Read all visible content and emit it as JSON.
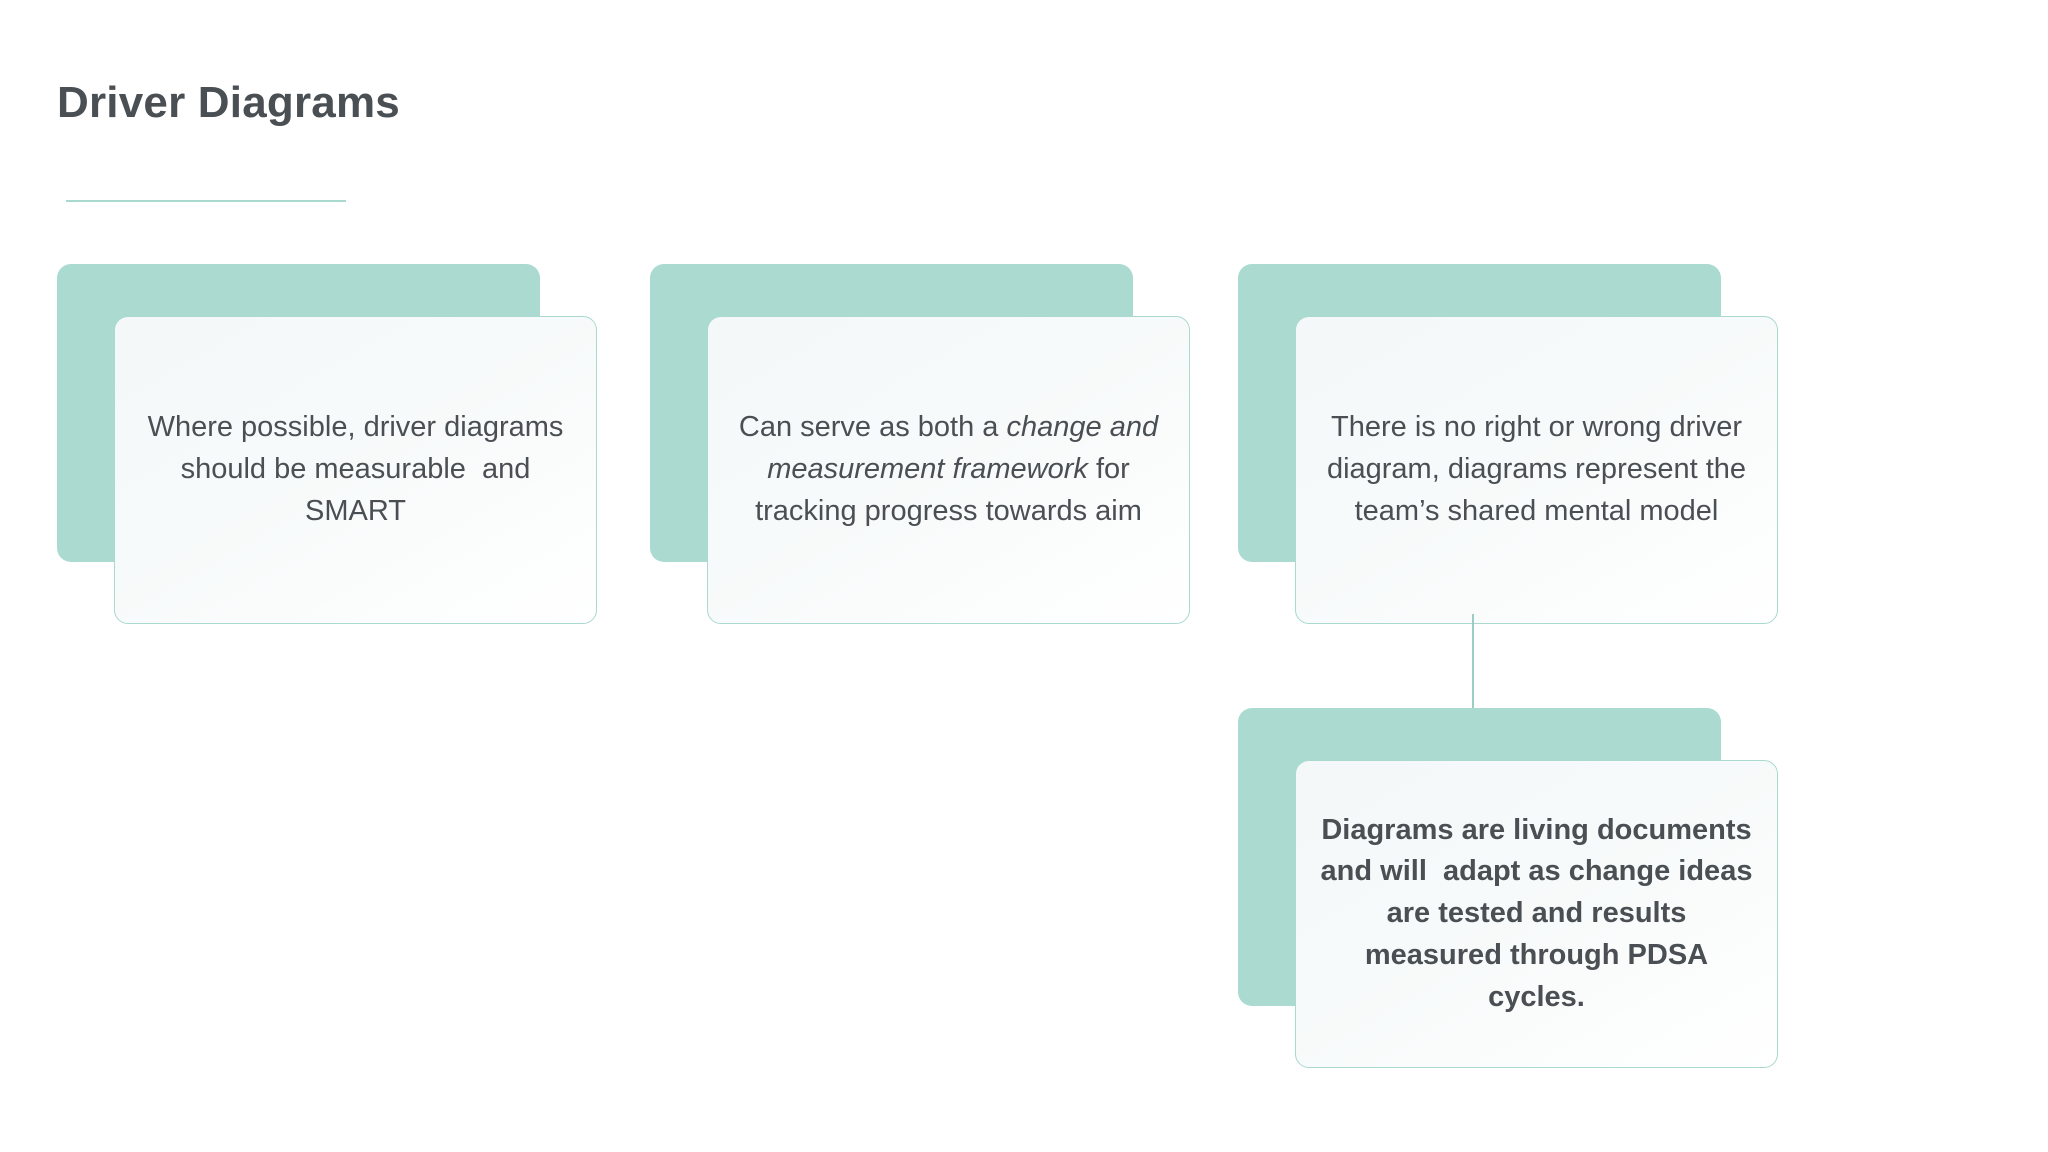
{
  "slide": {
    "title": "Driver Diagrams",
    "background_color": "#ffffff",
    "accent_color": "#abdad1",
    "text_color": "#4a4f54"
  },
  "cards": [
    {
      "id": "card-1",
      "text": "Where possible, driver diagrams should be measurable  and SMART",
      "bold": false,
      "italic_segment": ""
    },
    {
      "id": "card-2",
      "text_before": "Can serve as both a ",
      "text_italic": "change and measurement framework",
      "text_after": " for  tracking progress towards aim",
      "bold": false
    },
    {
      "id": "card-3",
      "text": "There is no right or wrong driver diagram, diagrams represent the team’s shared mental model",
      "bold": false,
      "italic_segment": ""
    },
    {
      "id": "card-4",
      "text": "Diagrams are living documents and will  adapt as change ideas are tested and results  measured through PDSA cycles.",
      "bold": true,
      "italic_segment": ""
    }
  ]
}
